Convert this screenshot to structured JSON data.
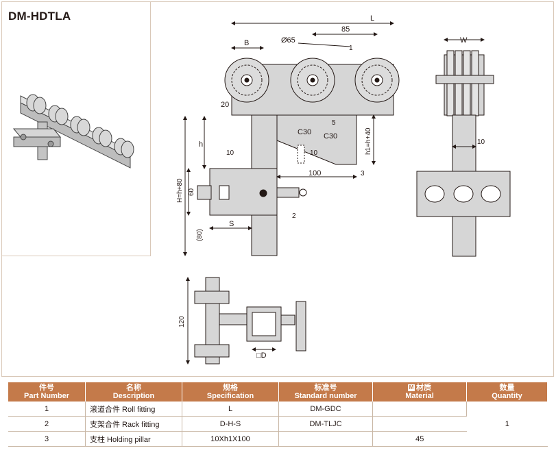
{
  "title": "DM-HDTLA",
  "dims": {
    "L": "L",
    "d85": "85",
    "B": "B",
    "phi65": "Ø65",
    "callout1": "1",
    "callout2": "2",
    "callout3": "3",
    "d20": "20",
    "C30a": "C30",
    "C30b": "C30",
    "d5": "5",
    "h": "h",
    "d10a": "10",
    "d10b": "10",
    "d100": "100",
    "h1": "h1=h+40",
    "H": "H=h+80",
    "d60": "60",
    "d80": "(80)",
    "S": "S",
    "W": "W",
    "d10c": "10",
    "d120": "120",
    "D": "□D"
  },
  "table": {
    "headers": [
      {
        "cn": "件号",
        "en": "Part Number"
      },
      {
        "cn": "名称",
        "en": "Description"
      },
      {
        "cn": "规格",
        "en": "Specification"
      },
      {
        "cn": "标准号",
        "en": "Standard number"
      },
      {
        "cn": "材质",
        "en": "Material"
      },
      {
        "cn": "数量",
        "en": "Quantity"
      }
    ],
    "rows": [
      {
        "part": "1",
        "desc": "滚道合件 Roll fitting",
        "spec": "L",
        "std": "DM-GDC",
        "mat": "",
        "qty": "1"
      },
      {
        "part": "2",
        "desc": "支架合件 Rack fitting",
        "spec": "D-H-S",
        "std": "DM-TLJC",
        "mat": ""
      },
      {
        "part": "3",
        "desc": "支柱 Holding pillar",
        "spec": "10Xh1X100",
        "std": "",
        "mat": "45"
      }
    ]
  },
  "colors": {
    "accent": "#c47a4a",
    "fill": "#d6d6d6",
    "border": "#d9c8b8"
  }
}
